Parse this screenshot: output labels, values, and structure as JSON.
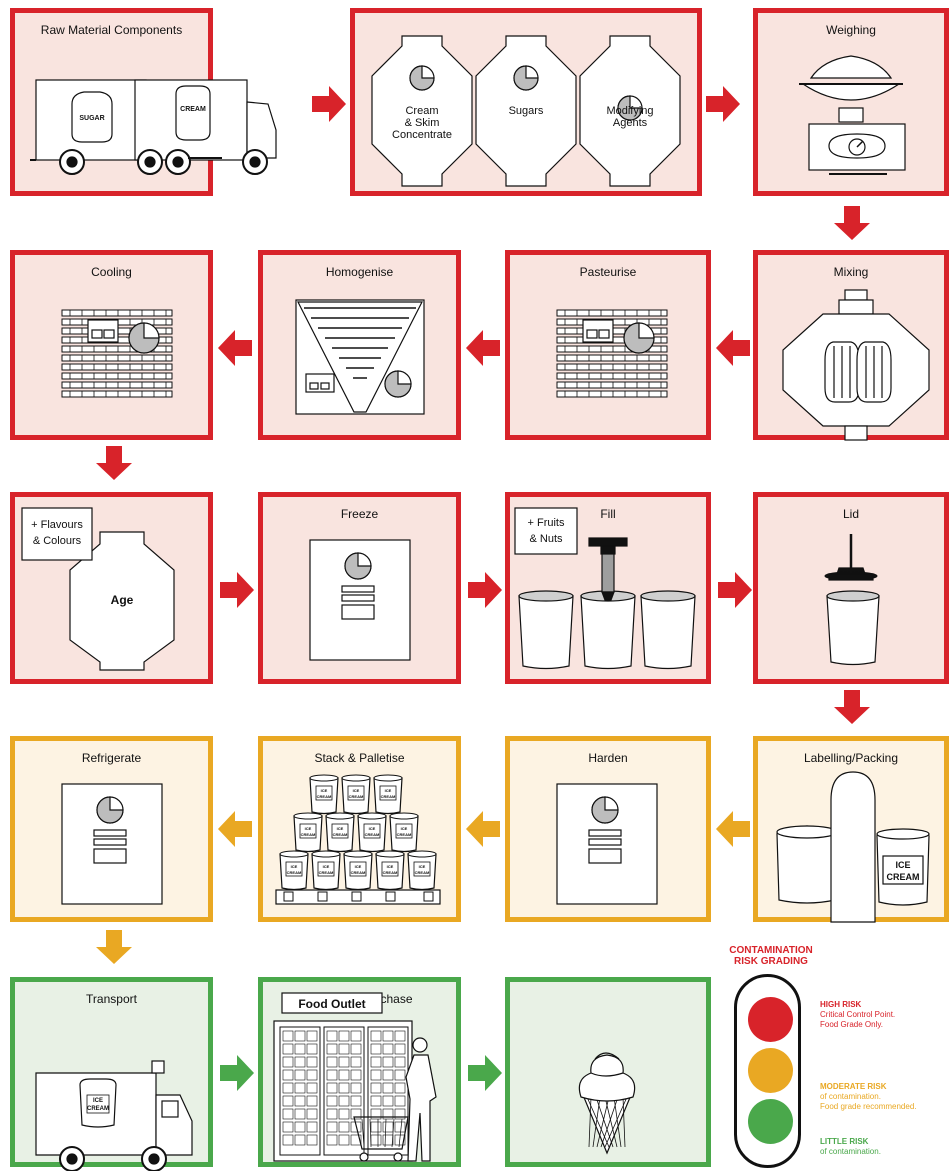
{
  "colors": {
    "high": "#d8232a",
    "high_fill": "#f9e4df",
    "moderate": "#e9a823",
    "moderate_fill": "#fdf3e3",
    "little": "#4aa84b",
    "little_fill": "#e8f1e5",
    "line": "#111111"
  },
  "steps": [
    {
      "id": "raw-materials",
      "title": "Raw Material Components",
      "risk": "high",
      "icon": "truck-icon",
      "labels": [
        "SUGAR",
        "CREAM"
      ]
    },
    {
      "id": "ingredients",
      "title": "",
      "risk": "high",
      "icon": "silos-icon",
      "labels": [
        "Cream",
        "& Skim",
        "Concentrate",
        "Sugars",
        "Modifying",
        "Agents"
      ]
    },
    {
      "id": "weighing",
      "title": "Weighing",
      "risk": "high",
      "icon": "scale-icon",
      "labels": []
    },
    {
      "id": "mixing",
      "title": "Mixing",
      "risk": "high",
      "icon": "mixer-icon",
      "labels": []
    },
    {
      "id": "pasteurise",
      "title": "Pasteurise",
      "risk": "high",
      "icon": "heat-exchanger-icon",
      "labels": []
    },
    {
      "id": "homogenise",
      "title": "Homogenise",
      "risk": "high",
      "icon": "homogeniser-icon",
      "labels": []
    },
    {
      "id": "cooling",
      "title": "Cooling",
      "risk": "high",
      "icon": "heat-exchanger-icon",
      "labels": []
    },
    {
      "id": "age",
      "title": "",
      "risk": "high",
      "icon": "age-tank-icon",
      "labels": [
        "+ Flavours",
        "& Colours",
        "Age"
      ]
    },
    {
      "id": "freeze",
      "title": "Freeze",
      "risk": "high",
      "icon": "cabinet-icon",
      "labels": []
    },
    {
      "id": "fill",
      "title": "Fill",
      "risk": "high",
      "icon": "filler-icon",
      "labels": [
        "+ Fruits",
        "& Nuts"
      ]
    },
    {
      "id": "lid",
      "title": "Lid",
      "risk": "high",
      "icon": "lid-press-icon",
      "labels": []
    },
    {
      "id": "labelling",
      "title": "Labelling/Packing",
      "risk": "moderate",
      "icon": "packing-icon",
      "labels": [
        "ICE",
        "CREAM"
      ]
    },
    {
      "id": "harden",
      "title": "Harden",
      "risk": "moderate",
      "icon": "cabinet-icon",
      "labels": []
    },
    {
      "id": "stack",
      "title": "Stack & Palletise",
      "risk": "moderate",
      "icon": "pallet-icon",
      "labels": [
        "ICE",
        "CREAM"
      ]
    },
    {
      "id": "refrigerate",
      "title": "Refrigerate",
      "risk": "moderate",
      "icon": "cabinet-icon",
      "labels": []
    },
    {
      "id": "transport",
      "title": "Transport",
      "risk": "little",
      "icon": "van-icon",
      "labels": [
        "ICE",
        "CREAM"
      ]
    },
    {
      "id": "purchase",
      "title": "Customer Purchase",
      "risk": "little",
      "icon": "store-icon",
      "labels": [
        "Food Outlet"
      ]
    },
    {
      "id": "consume",
      "title": "",
      "risk": "little",
      "icon": "ice-cream-cone-icon",
      "labels": []
    }
  ],
  "legend": {
    "title_line1": "CONTAMINATION",
    "title_line2": "RISK GRADING",
    "levels": [
      {
        "name": "HIGH RISK",
        "lines": [
          "Critical Control Point.",
          "Food Grade Only."
        ],
        "risk": "high"
      },
      {
        "name": "MODERATE RISK",
        "lines": [
          "of contamination.",
          "Food grade recommended."
        ],
        "risk": "moderate"
      },
      {
        "name": "LITTLE RISK",
        "lines": [
          "of contamination."
        ],
        "risk": "little"
      }
    ]
  }
}
